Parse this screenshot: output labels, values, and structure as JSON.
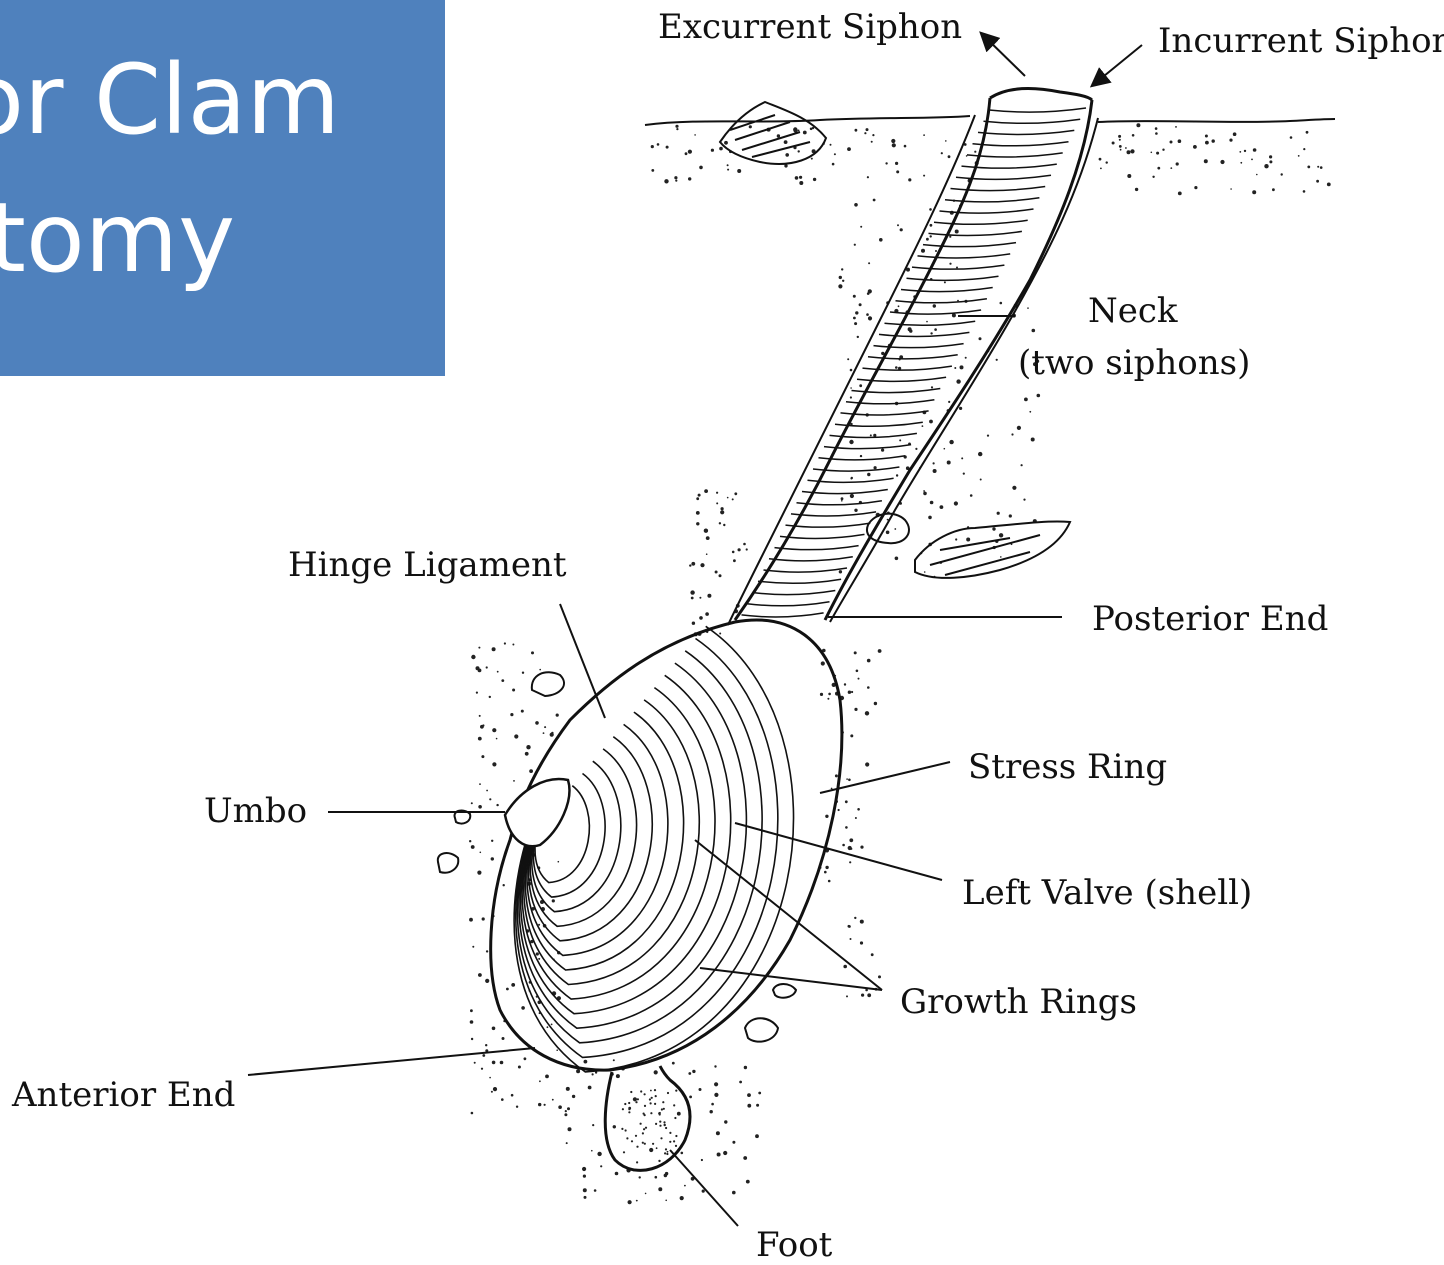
{
  "title": {
    "line1": "or Clam",
    "line2": "tomy"
  },
  "colors": {
    "title_background": "#4f81bd",
    "title_text": "#ffffff",
    "drawing_ink": "#111111"
  },
  "labels": {
    "excurrent_siphon": "Excurrent Siphon",
    "incurrent_siphon": "Incurrent Siphon",
    "neck_line1": "Neck",
    "neck_line2": "(two siphons)",
    "hinge_ligament": "Hinge Ligament",
    "posterior_end": "Posterior End",
    "stress_ring": "Stress Ring",
    "umbo": "Umbo",
    "left_valve": "Left Valve (shell)",
    "growth_rings": "Growth Rings",
    "anterior_end": "Anterior End",
    "foot": "Foot"
  }
}
